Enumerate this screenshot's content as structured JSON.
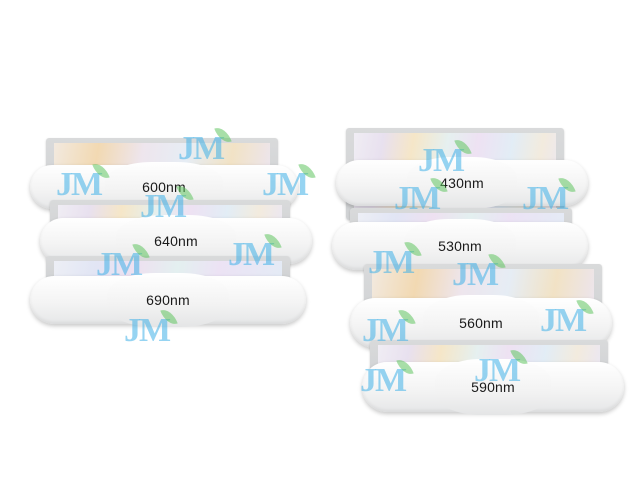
{
  "filters": {
    "f600": {
      "label": "600nm"
    },
    "f640": {
      "label": "640nm"
    },
    "f690": {
      "label": "690nm"
    },
    "f430": {
      "label": "430nm"
    },
    "f530": {
      "label": "530nm"
    },
    "f560": {
      "label": "560nm"
    },
    "f590": {
      "label": "590nm"
    }
  },
  "watermark": {
    "text": "JM"
  },
  "colors": {
    "watermark_blue": "#40b0e8",
    "watermark_green": "#60c460",
    "frame_gray": "#d4d5d6",
    "handle_white": "#f6f6f6"
  }
}
